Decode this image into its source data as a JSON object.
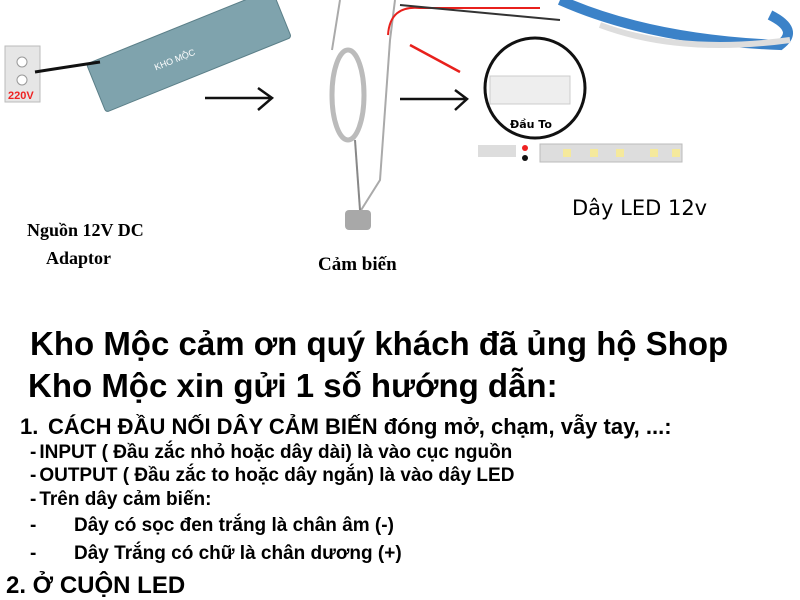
{
  "diagram": {
    "socket_voltage": "220V",
    "adapter_logo": "KHO MỘC",
    "adapter_label_line1": "Nguồn 12V DC",
    "adapter_label_line2": "Adaptor",
    "sensor_label": "Cảm biến",
    "connector_label": "Đầu To",
    "led_label": "Dây LED 12v",
    "colors": {
      "wire_red": "#e8201c",
      "adapter": "#7fa3ad",
      "strip_backing": "#3b82c8"
    }
  },
  "text": {
    "thanks": "Kho Mộc cảm ơn quý khách đã ủng hộ Shop",
    "intro": "Kho Mộc xin gửi 1 số hướng dẫn:",
    "section1_number": "1.",
    "section1_title": "CÁCH ĐẦU NỐI DÂY CẢM BIẾN đóng mở, chạm, vẫy tay, ...:",
    "items": [
      {
        "bullet": "-",
        "text": "INPUT ( Đầu zắc nhỏ hoặc dây dài) là vào cục nguồn"
      },
      {
        "bullet": "-",
        "text": "OUTPUT ( Đầu zắc to hoặc dây ngắn) là vào dây LED"
      },
      {
        "bullet": "-",
        "text": "Trên dây cảm biến:"
      }
    ],
    "sub_items": [
      {
        "bullet": "-",
        "text": "Dây có sọc đen trắng là chân âm (-)"
      },
      {
        "bullet": "-",
        "text": "Dây Trắng có chữ là chân dương (+)"
      }
    ],
    "section2": "2. Ở CUỘN LED"
  }
}
